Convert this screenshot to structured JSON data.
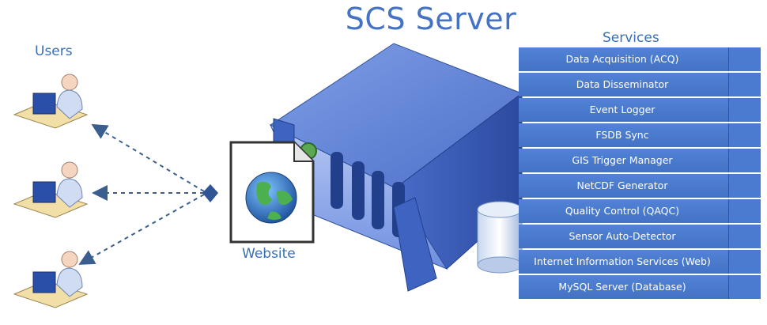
{
  "title": "SCS Server",
  "users_label": "Users",
  "services_label": "Services",
  "website_label": "Website",
  "services": [
    "Data Acquisition (ACQ)",
    "Data Disseminator",
    "Event Logger",
    "FSDB Sync",
    "GIS Trigger Manager",
    "NetCDF Generator",
    "Quality Control (QAQC)",
    "Sensor Auto-Detector",
    "Internet Information Services (Web)",
    "MySQL Server (Database)"
  ],
  "colors": {
    "accent": "#4472c4",
    "server": "#5b7fd4",
    "arrow": "#3a5f8f"
  }
}
